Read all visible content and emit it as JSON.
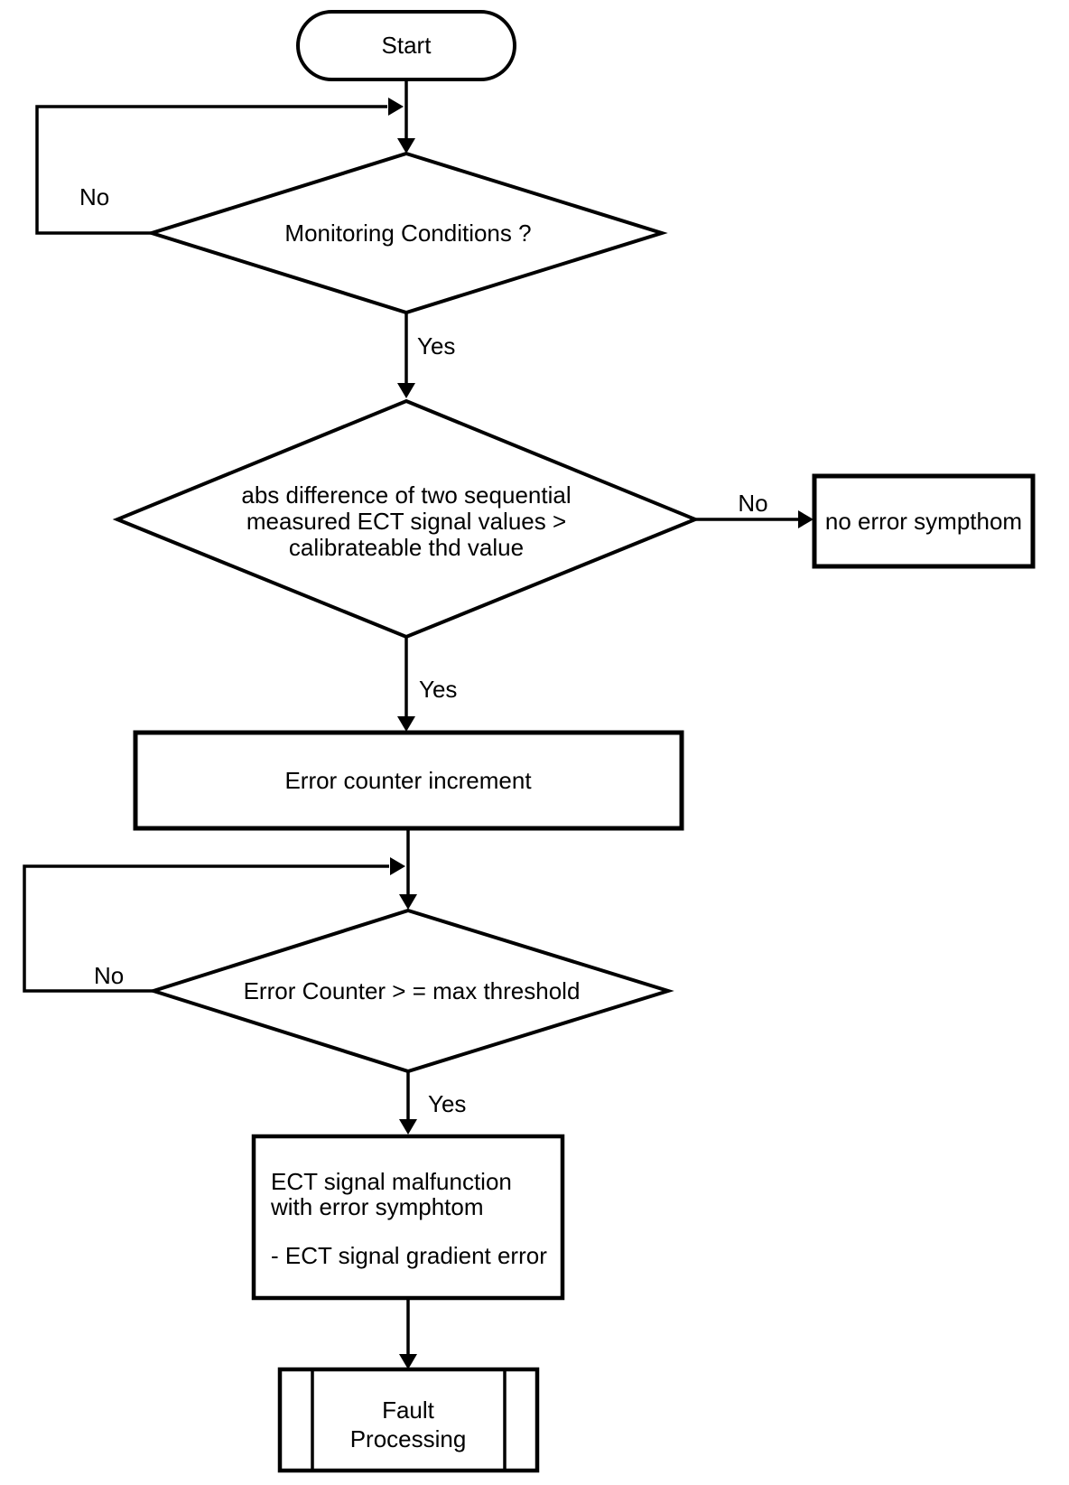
{
  "diagram_type": "flowchart",
  "colors": {
    "background": "#ffffff",
    "line": "#000000",
    "text": "#000000"
  },
  "nodes": {
    "start": {
      "shape": "terminator",
      "label": "Start"
    },
    "monitoring_conditions": {
      "shape": "decision",
      "label": "Monitoring Conditions ?"
    },
    "abs_difference": {
      "shape": "decision",
      "lines": [
        "abs difference of two sequential",
        "measured ECT signal values >",
        "calibrateable thd value"
      ]
    },
    "no_error_symptom": {
      "shape": "process",
      "label": "no error sympthom"
    },
    "error_counter_increment": {
      "shape": "process",
      "label": "Error counter increment"
    },
    "error_counter_max": {
      "shape": "decision",
      "label": "Error Counter > = max threshold"
    },
    "ect_malfunction": {
      "shape": "process",
      "lines": [
        "ECT signal malfunction",
        "with error symphtom",
        "- ECT signal gradient error"
      ]
    },
    "fault_processing": {
      "shape": "predefined-process",
      "lines": [
        "Fault",
        "Processing"
      ]
    }
  },
  "edges": {
    "monitoring_no": {
      "label": "No"
    },
    "monitoring_yes": {
      "label": "Yes"
    },
    "absdiff_no": {
      "label": "No"
    },
    "absdiff_yes": {
      "label": "Yes"
    },
    "max_no": {
      "label": "No"
    },
    "max_yes": {
      "label": "Yes"
    }
  }
}
